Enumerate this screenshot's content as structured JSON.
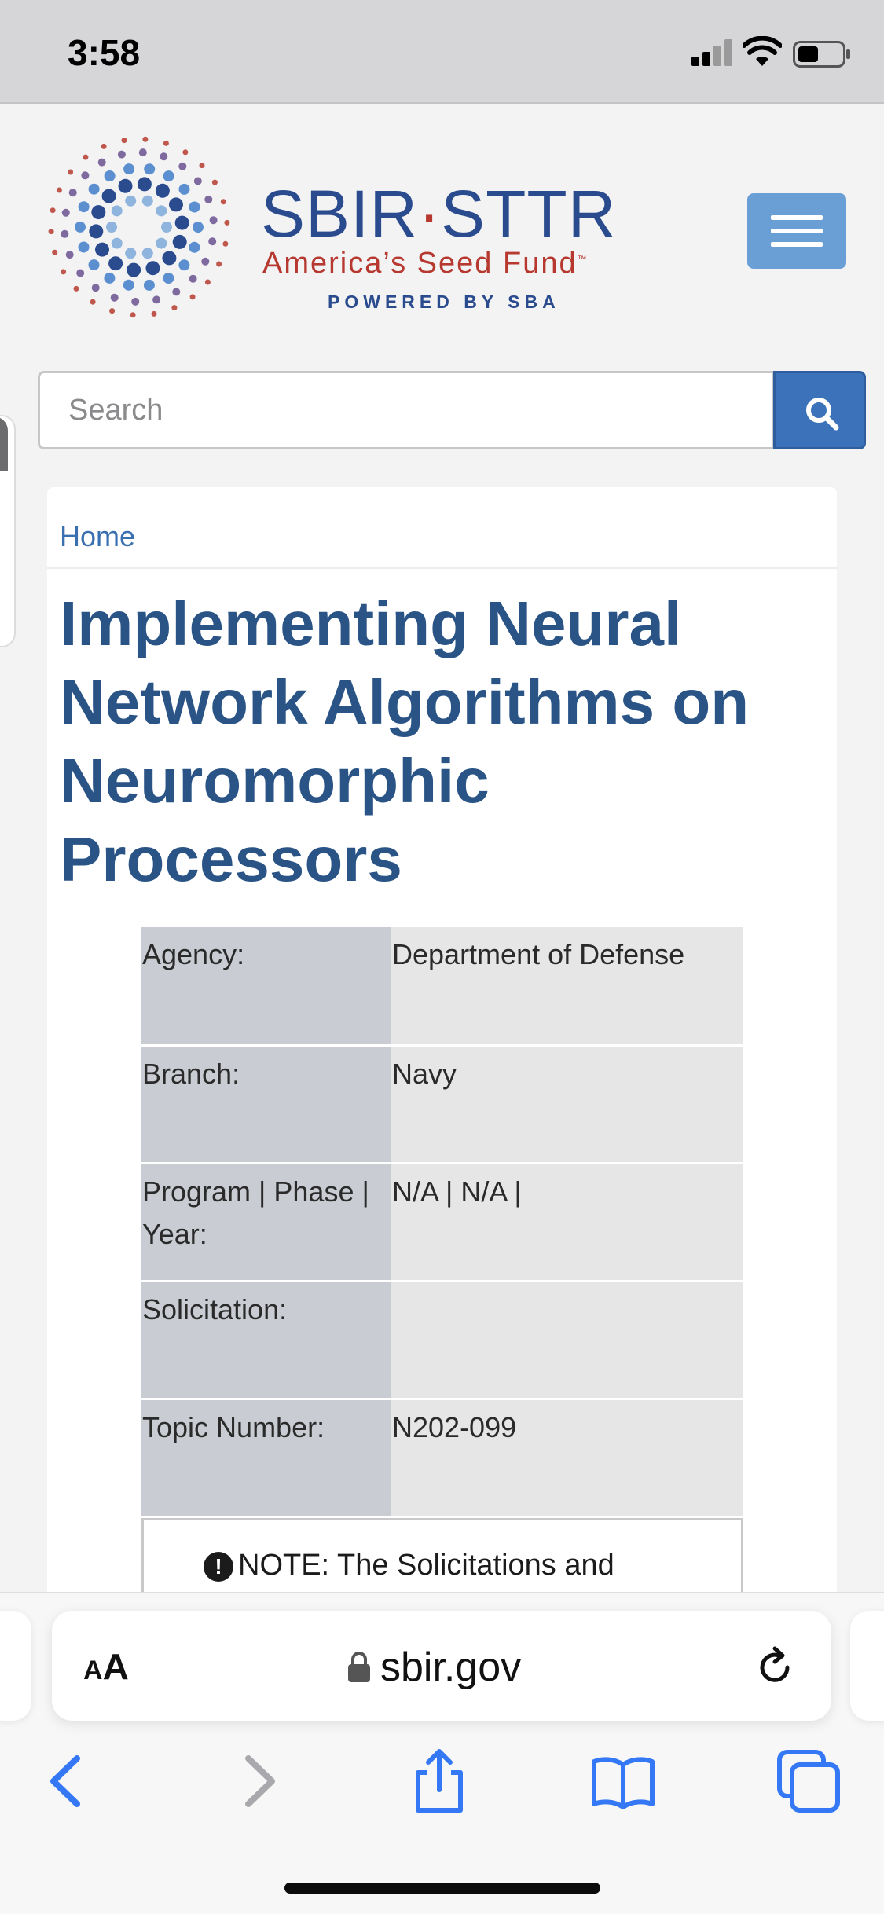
{
  "status_bar": {
    "time": "3:58"
  },
  "header": {
    "logo_title_left": "SBIR",
    "logo_title_right": "STTR",
    "logo_subtitle": "America’s Seed Fund",
    "logo_tm": "™",
    "logo_powered": "POWERED BY SBA",
    "menu_icon": "hamburger-icon",
    "brand_blue": "#2a4b8e",
    "brand_red": "#b6382f"
  },
  "search": {
    "placeholder": "Search",
    "button_icon": "search-icon"
  },
  "breadcrumb": {
    "home": "Home"
  },
  "page": {
    "title": "Implementing Neural Network Algorithms on Neuromorphic Processors"
  },
  "details": [
    {
      "label": "Agency:",
      "value": "Department of Defense"
    },
    {
      "label": "Branch:",
      "value": "Navy"
    },
    {
      "label": "Program | Phase | Year:",
      "value": "N/A | N/A |"
    },
    {
      "label": "Solicitation:",
      "value": ""
    },
    {
      "label": "Topic Number:",
      "value": "N202-099"
    }
  ],
  "note": {
    "icon": "exclamation-circle-icon",
    "text": "NOTE: The Solicitations and"
  },
  "browser": {
    "aa_label_small": "A",
    "aa_label_large": "A",
    "domain": "sbir.gov",
    "accent": "#3478f6"
  }
}
